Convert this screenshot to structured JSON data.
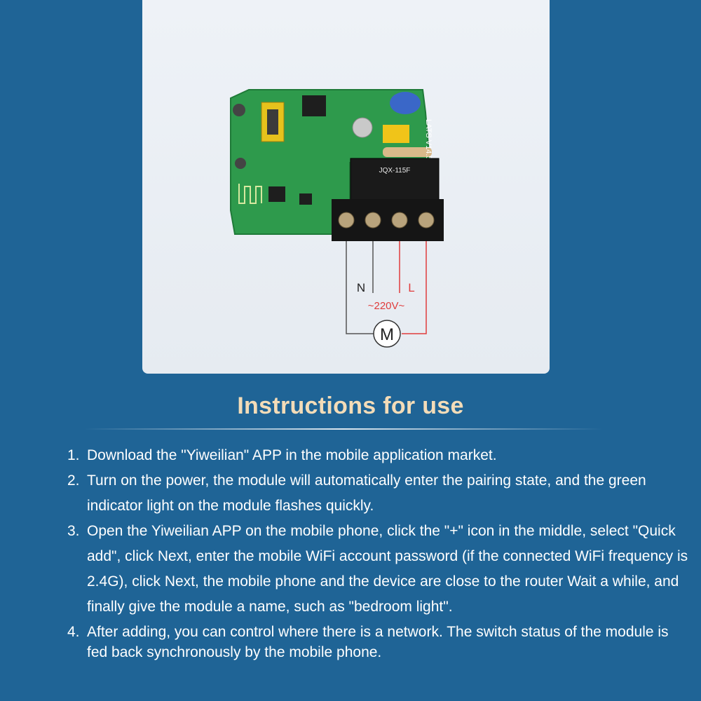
{
  "diagram": {
    "board_label": "LATS V14.5",
    "relay_label": "JQX-115F",
    "terminal_n": "N",
    "terminal_l": "L",
    "voltage": "~220V~",
    "motor": "M"
  },
  "section_title": "Instructions for use",
  "steps": [
    {
      "num": "1.",
      "text": "Download the \"Yiweilian\" APP in the mobile application market."
    },
    {
      "num": "2.",
      "text": "Turn on the power, the module will automatically enter the pairing state, and the green indicator light on the module flashes quickly."
    },
    {
      "num": "3.",
      "text": "Open the Yiweilian APP on the mobile phone, click the \"+\" icon in the middle, select \"Quick add\", click Next, enter the mobile WiFi account password (if the connected WiFi frequency is 2.4G), click Next, the mobile phone and the device are close to the router Wait a while, and finally give the module a name, such as \"bedroom light\"."
    },
    {
      "num": "4.",
      "text": "After adding, you can control where there is a network. The switch status of the module is fed back synchronously by the mobile phone."
    }
  ],
  "colors": {
    "background": "#1f6496",
    "title": "#f3dcb8",
    "wire_live": "#e03c3c",
    "pcb": "#2e9a4c"
  }
}
